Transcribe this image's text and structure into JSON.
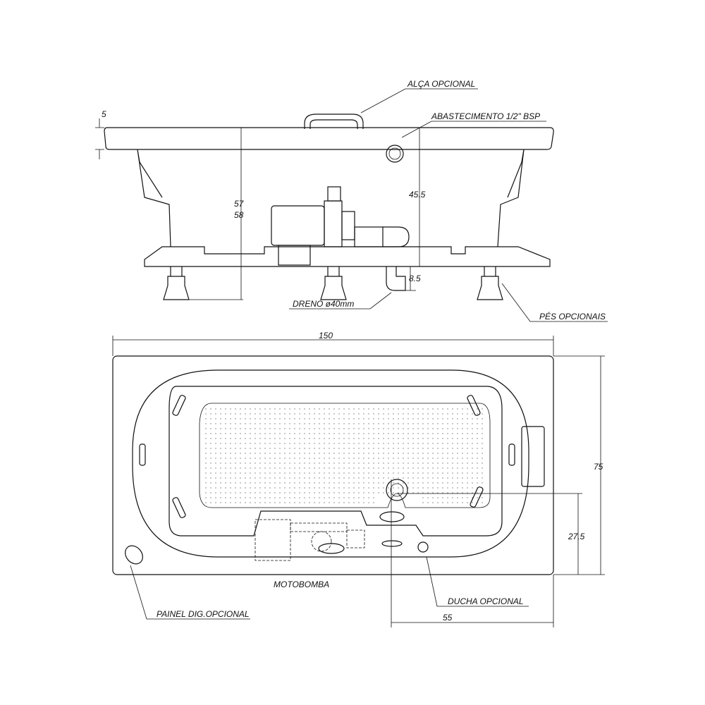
{
  "side_view": {
    "labels": {
      "handle": "ALÇA OPCIONAL",
      "supply": "ABASTECIMENTO 1/2\" BSP",
      "drain": "DRENO ø40mm",
      "feet": "PÉS OPCIONAIS"
    },
    "dimensions": {
      "rim": "5",
      "height_a": "57",
      "height_b": "58",
      "supply_height": "45.5",
      "drain_height": "8.5"
    }
  },
  "top_view": {
    "labels": {
      "pump": "MOTOBOMBA",
      "shower": "DUCHA OPCIONAL",
      "panel": "PAINEL DIG.OPCIONAL"
    },
    "dimensions": {
      "length": "150",
      "width": "75",
      "drain_offset_y": "27.5",
      "drain_offset_x": "55"
    }
  },
  "colors": {
    "line": "#111111",
    "background": "#ffffff"
  }
}
